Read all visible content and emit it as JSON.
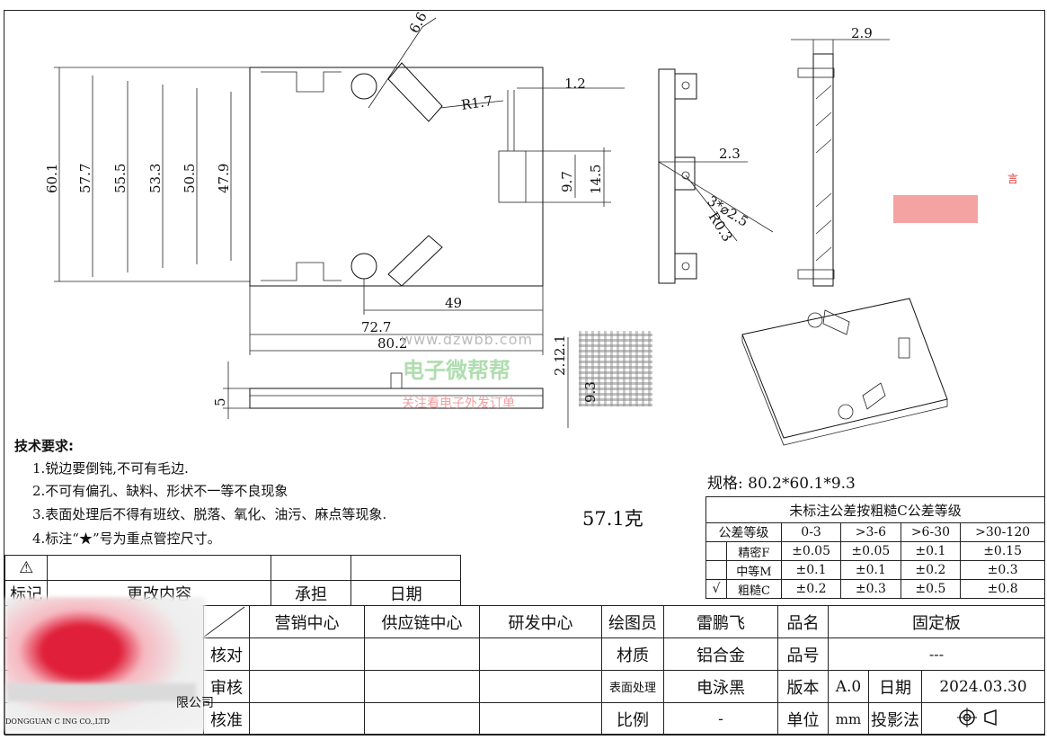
{
  "dimensions": {
    "top_angle": "6.6",
    "slot_width": "1.2",
    "radius_top": "R1.7",
    "height_60_1": "60.1",
    "height_57_7": "57.7",
    "height_55_5": "55.5",
    "height_53_3": "53.3",
    "height_50_5": "50.5",
    "height_47_9": "47.9",
    "notch_9_7": "9.7",
    "notch_14_5": "14.5",
    "width_49": "49",
    "width_72_7": "72.7",
    "width_80_2": "80.2",
    "thickness_5": "5",
    "small_2_1": "2.1",
    "small_2_1b": "2.1",
    "depth_9_3": "9.3",
    "side_2_9": "2.9",
    "side_2_3": "2.3",
    "holes": "3*⌀2.5",
    "radius_side": "R0.3"
  },
  "watermark": {
    "url": "www.dzwbb.com",
    "brand": "电子微帮帮",
    "slogan": "关注看电子外发订单"
  },
  "side_mark": "言",
  "notes": {
    "title": "技术要求:",
    "items": [
      "1.锐边要倒钝,不可有毛边.",
      "2.不可有偏孔、缺料、形状不一等不良现象",
      "3.表面处理后不得有班纹、脱落、氧化、油污、麻点等现象.",
      "4.标注“★”号为重点管控尺寸。"
    ]
  },
  "weight": "57.1克",
  "spec": "规格: 80.2*60.1*9.3",
  "tolerance": {
    "title": "未标注公差按粗糙C公差等级",
    "header": [
      "公差等级",
      "0-3",
      ">3-6",
      ">6-30",
      ">30-120"
    ],
    "rows": [
      {
        "check": "",
        "grade": "精密F",
        "v1": "±0.05",
        "v2": "±0.05",
        "v3": "±0.1",
        "v4": "±0.15"
      },
      {
        "check": "",
        "grade": "中等M",
        "v1": "±0.1",
        "v2": "±0.1",
        "v3": "±0.2",
        "v4": "±0.3"
      },
      {
        "check": "√",
        "grade": "粗糙C",
        "v1": "±0.2",
        "v2": "±0.3",
        "v3": "±0.5",
        "v4": "±0.8"
      }
    ]
  },
  "revision": {
    "mark_symbol": "⚠",
    "mark": "标记",
    "content": "更改内容",
    "owner": "承担",
    "date": "日期"
  },
  "title_block": {
    "sales": "营销中心",
    "supply": "供应链中心",
    "rd": "研发中心",
    "drawer_label": "绘图员",
    "drawer": "雷鹏飞",
    "name_label": "品名",
    "name": "固定板",
    "check_label": "核对",
    "material_label": "材质",
    "material": "铝合金",
    "part_no_label": "品号",
    "part_no": "---",
    "review_label": "审核",
    "surface_label": "表面处理",
    "surface": "电泳黑",
    "version_label": "版本",
    "version": "A.0",
    "date_label": "日期",
    "date": "2024.03.30",
    "approve_label": "核准",
    "scale_label": "比例",
    "scale": "-",
    "unit_label": "单位",
    "unit": "mm",
    "projection_label": "投影法",
    "company_tail": "限公司",
    "company_en": "DONGGUAN C          ING CO.,LTD"
  }
}
